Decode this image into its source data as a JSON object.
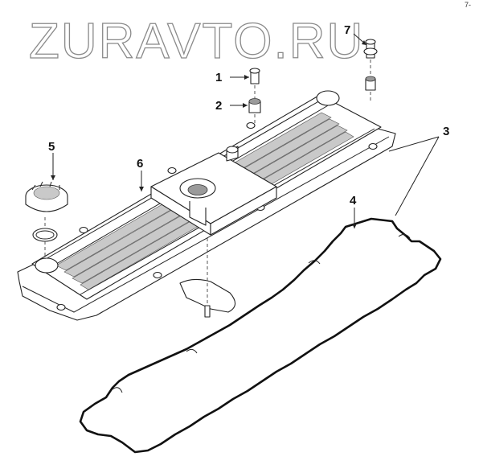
{
  "watermark": {
    "text": "ZURAVTO.RU"
  },
  "corner_mark": "7-",
  "callouts": [
    {
      "id": "1",
      "label": "1"
    },
    {
      "id": "2",
      "label": "2"
    },
    {
      "id": "3",
      "label": "3"
    },
    {
      "id": "4",
      "label": "4"
    },
    {
      "id": "5",
      "label": "5"
    },
    {
      "id": "6",
      "label": "6"
    },
    {
      "id": "7",
      "label": "7"
    }
  ]
}
